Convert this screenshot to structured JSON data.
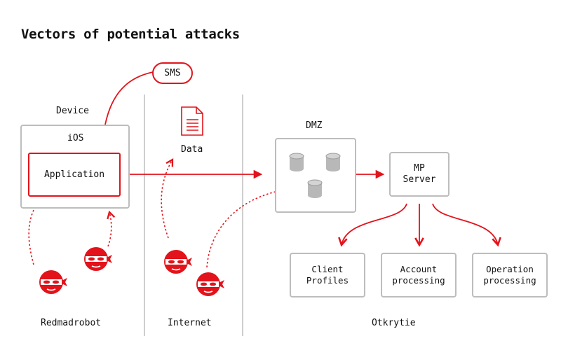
{
  "title": "Vectors of potential attacks",
  "labels": {
    "sms": "SMS",
    "device": "Device",
    "ios": "iOS",
    "application": "Application",
    "data": "Data",
    "dmz": "DMZ",
    "mp_server": [
      "MP",
      "Server"
    ],
    "client_profiles": [
      "Client",
      "Profiles"
    ],
    "account_processing": [
      "Account",
      "processing"
    ],
    "operation_processing": [
      "Operation",
      "processing"
    ]
  },
  "zones": [
    "Redmadrobot",
    "Internet",
    "Otkrytie"
  ],
  "colors": {
    "accent": "#e3131b",
    "border": "#bdbdbd",
    "divider": "#bdbdbd",
    "database": "#b8b8b8"
  },
  "icons": [
    "document-icon",
    "database-icon",
    "hacker-icon"
  ]
}
